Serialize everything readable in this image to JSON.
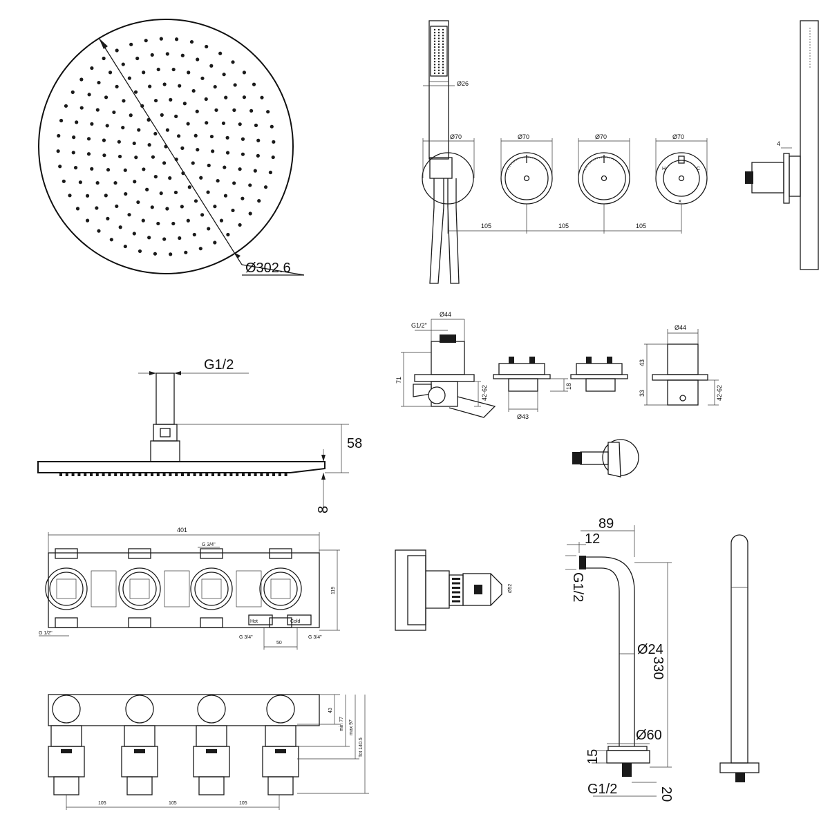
{
  "top_left": {
    "diameter": "Ø302.6"
  },
  "top_right": {
    "handset_dia": "Ø26",
    "dia_1": "Ø70",
    "dia_2": "Ø70",
    "dia_3": "Ø70",
    "dia_4": "Ø70",
    "spacing_1": "105",
    "spacing_2": "105",
    "spacing_3": "105",
    "wall_depth": "4",
    "knob_h": "H",
    "knob_c": "C"
  },
  "middle_left": {
    "thread": "G1/2",
    "height": "58",
    "depth": "8"
  },
  "middle_right": {
    "thread": "G1/2\"",
    "dia_top_1": "Ø44",
    "height_total": "71",
    "depth_range_1": "42-62",
    "dia_bottom": "Ø43",
    "height_small": "18",
    "dia_top_2": "Ø44",
    "height_upper": "43",
    "height_lower": "33",
    "depth_range_2": "42-62"
  },
  "bottom_left": {
    "width": "401",
    "inlet_top": "G 3/4\"",
    "height": "119",
    "inlet_side": "G 1/2\"",
    "inlet_left": "G 3/4\"",
    "inlet_spacing": "50",
    "inlet_right": "G 3/4\"",
    "hot_label": "Hot",
    "cold_label": "Cold",
    "dim_43": "43",
    "dim_min": "min 77",
    "dim_max": "max 97",
    "dim_tot": "Tot 140.5",
    "spacing_1": "105",
    "spacing_2": "105",
    "spacing_3": "105"
  },
  "bottom_middle": {
    "dia": "Ø52"
  },
  "bottom_right": {
    "reach": "89",
    "offset": "12",
    "thread_top": "G1/2",
    "pipe_dia": "Ø24",
    "height": "330",
    "base_dia": "Ø60",
    "base_h": "15",
    "thread_bottom": "G1/2",
    "bottom_dim": "20"
  }
}
